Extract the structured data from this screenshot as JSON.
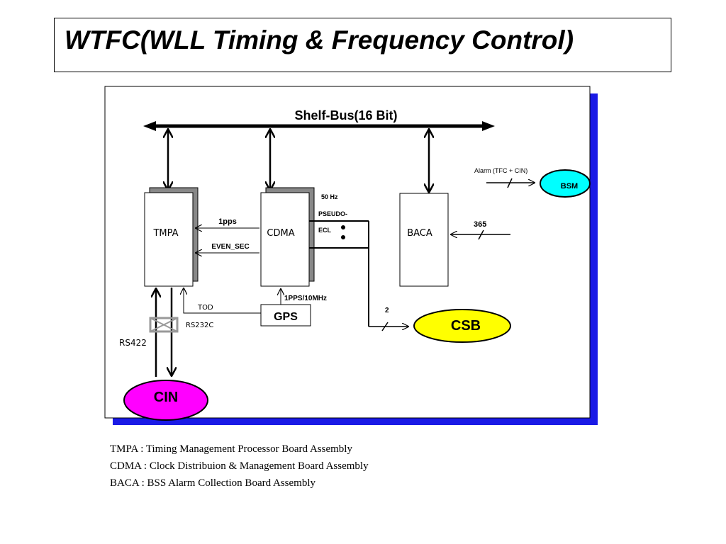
{
  "title": "WTFC(WLL Timing & Frequency Control)",
  "diagram": {
    "bus_label": "Shelf-Bus(16 Bit)",
    "blocks": {
      "tmpa": "TMPA",
      "cdma": "CDMA",
      "baca": "BACA",
      "gps": "GPS"
    },
    "nodes": {
      "cin": "CIN",
      "csb": "CSB",
      "bsm": "BSM"
    },
    "signals": {
      "pps": "1pps",
      "even_sec": "EVEN_SEC",
      "hz50": "50 Hz",
      "pseudo": "PSEUDO-",
      "ecl": "ECL",
      "pps_10mhz": "1PPS/10MHz",
      "tod": "TOD",
      "rs232c": "RS232C",
      "rs422": "RS422",
      "alarm": "Alarm (TFC + CIN)",
      "n365": "365",
      "n2": "2"
    },
    "colors": {
      "shadow": "#1a1ae6",
      "cin_fill": "#ff00ff",
      "csb_fill": "#ffff00",
      "bsm_fill": "#00ffff"
    }
  },
  "legend": [
    "TMPA : Timing Management Processor Board Assembly",
    "CDMA : Clock Distribuion & Management Board Assembly",
    "BACA : BSS Alarm Collection Board Assembly"
  ]
}
